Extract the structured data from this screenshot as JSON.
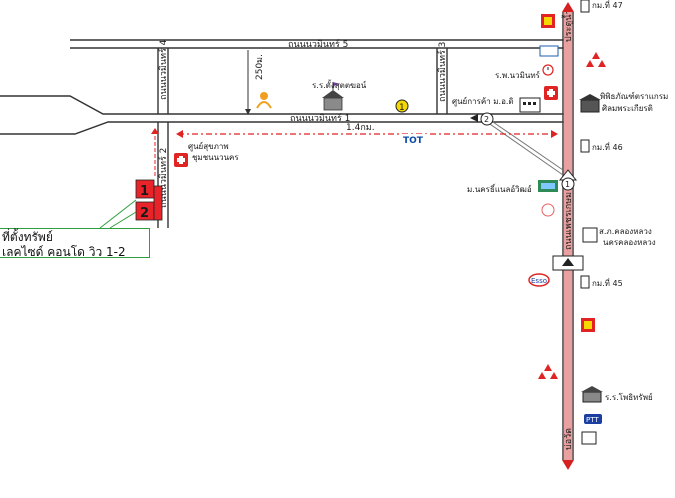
{
  "map": {
    "roads": {
      "top_road": "ถนนนวมินทร์ 5",
      "main_road": "ถนนนวมินทร์ 1",
      "left_road_upper": "ถนนนวมินทร์ 4",
      "left_road_lower": "ถนนนวมินทร์ 2",
      "mid_road": "ถนนนวมินทร์ 3",
      "right_road": "ถนนเพชรเกษม",
      "right_road_top": "ประตูน้ำ",
      "right_road_bottom": "บ่อวัด"
    },
    "distances": {
      "vertical_250": "250ม.",
      "horizontal": "1.4กม."
    },
    "property": {
      "marker_1": "1",
      "marker_2": "2",
      "callout_line1": "ที่ตั้งทรัพย์",
      "callout_line2": "เลคไซด์ คอนโด วิว 1-2"
    },
    "landmarks": {
      "school": "ร.ร.ตั้งสุตตฆอน์",
      "hospital_top": "ร.พ.นวมินทร์",
      "center": "ศูนย์การค้า ม.อ.ดิ",
      "health_center": "ศูนย์สุขภาพ",
      "health_center2": "ชุมชนนวนคร",
      "museum": "พิพิธภัณฑ์ตราแกรม",
      "museum2": "ศิลมพระเกียรติ",
      "km47": "กม.ที่ 47",
      "km46": "กม.ที่ 46",
      "km45": "กม.ที่ 45",
      "university": "ม.นครธิ์แนลอ์วิฒอ์",
      "police": "ส.ภ.คลองหลวง",
      "police2": "นครคลองหลวง",
      "school2": "ร.ร.โพธิทรัพย์",
      "roundabout_1": "1",
      "roundabout_2": "2",
      "dot_1": "1",
      "tot": "TOT",
      "esso": "Esso",
      "pttd": "PTT"
    }
  }
}
